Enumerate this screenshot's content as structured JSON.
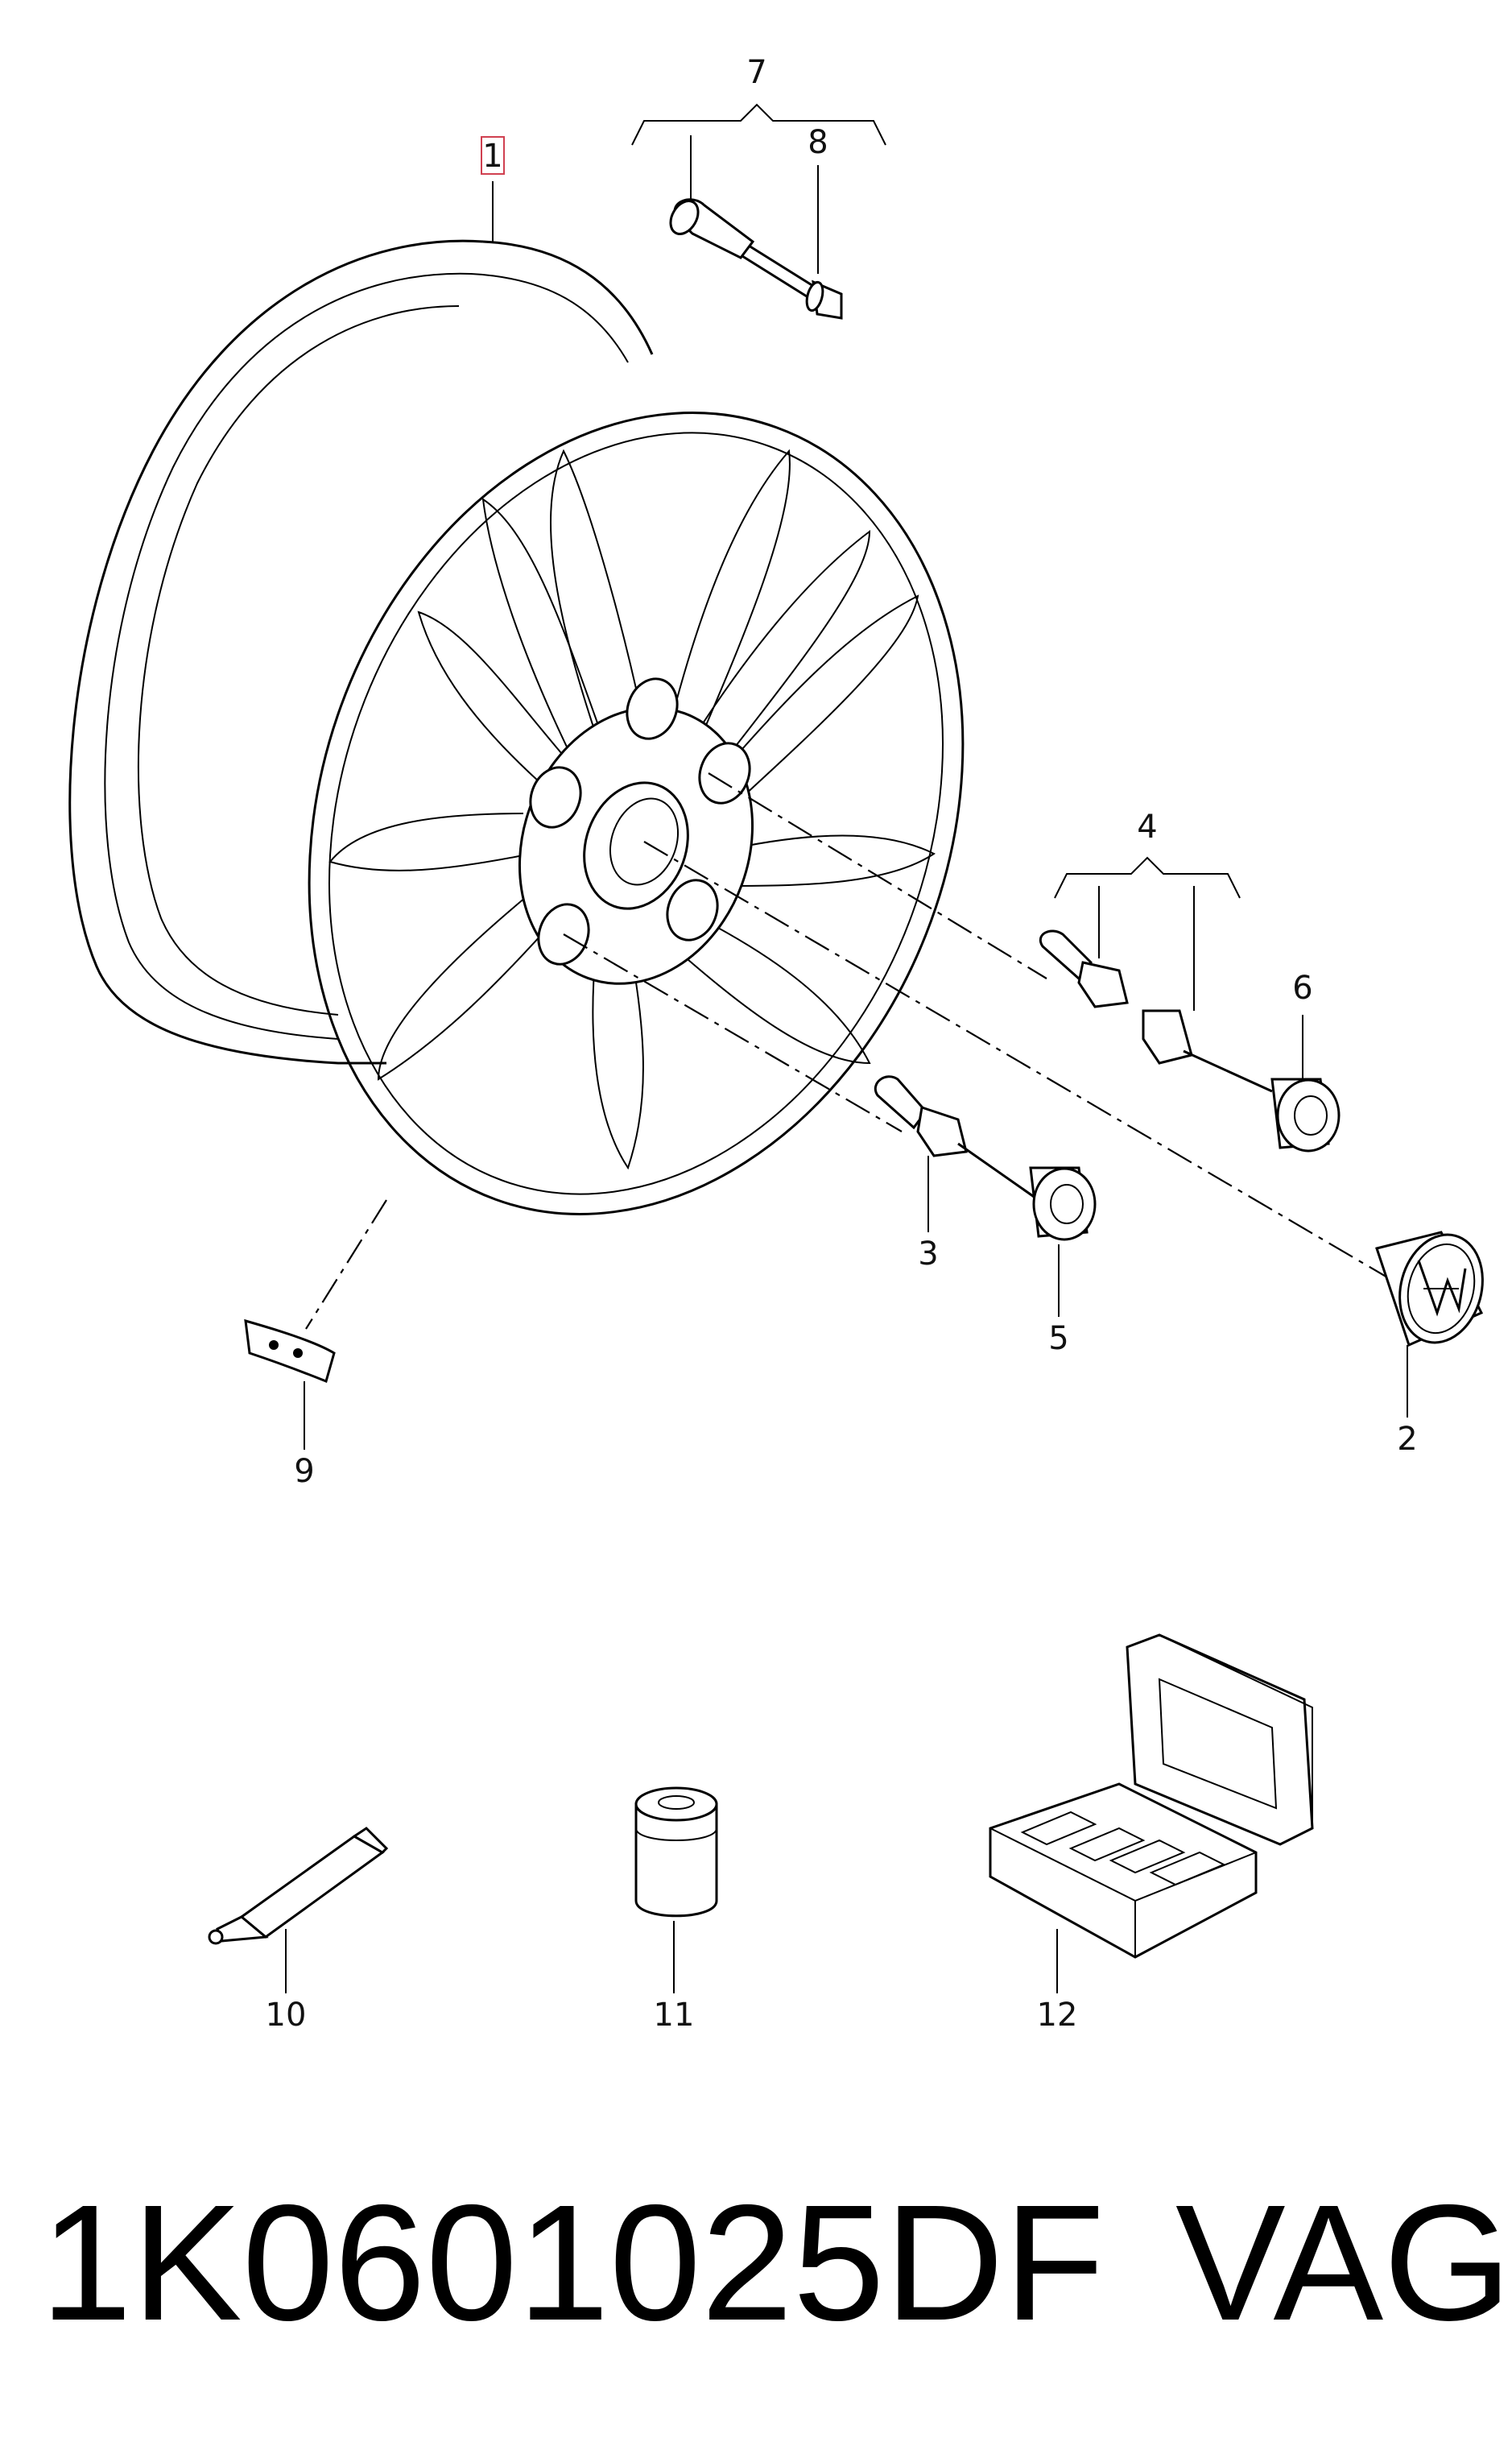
{
  "callouts": {
    "c1": "1",
    "c2": "2",
    "c3": "3",
    "c4": "4",
    "c5": "5",
    "c6": "6",
    "c7": "7",
    "c8": "8",
    "c9": "9",
    "c10": "10",
    "c11": "11",
    "c12": "12"
  },
  "footer": {
    "part_number": "1K0601025DF",
    "brand": "VAG"
  },
  "colors": {
    "line": "#000000",
    "highlight_box": "#d04050",
    "background": "#ffffff"
  }
}
